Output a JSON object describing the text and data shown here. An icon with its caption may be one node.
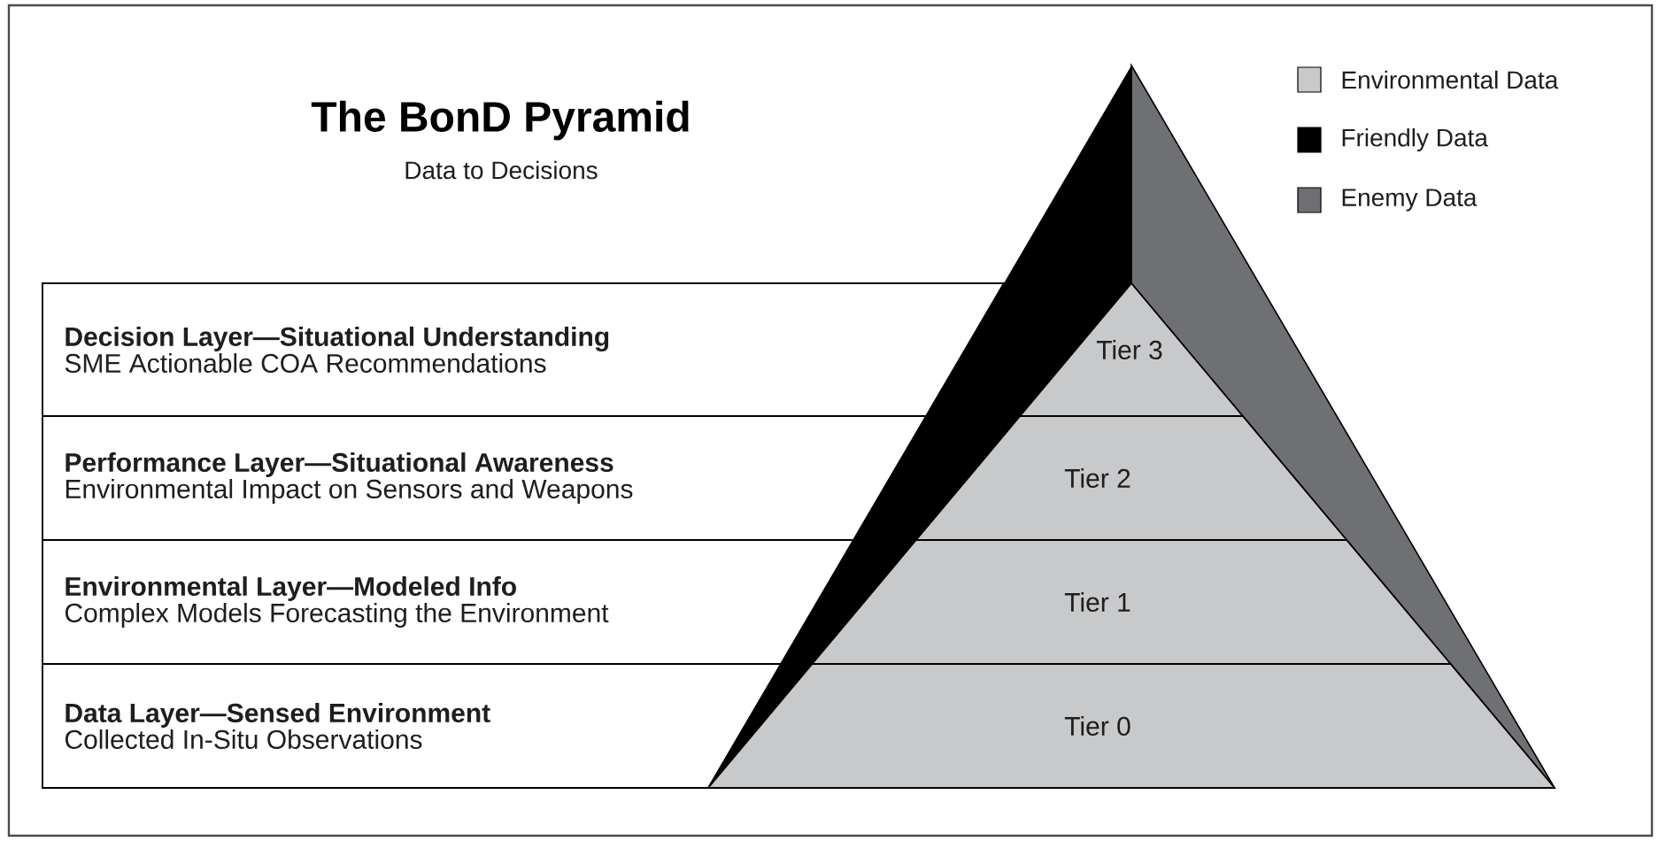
{
  "diagram": {
    "title": "The BonD Pyramid",
    "nodes": [
      {
        "text": [
          "Decision Layer—Situational Understanding",
          "SME Actionable COA Recommendations"
        ]
      },
      {
        "text": [
          "Tier 3"
        ]
      },
      {
        "text": [
          "Performance Layer—Situational Awareness",
          "Environmental Impact on Sensors and Weapons"
        ]
      },
      {
        "text": [
          "Tier 2"
        ]
      },
      {
        "text": [
          "Environmental Layer—Modeled  Info",
          "Complex Models Forecasting the Environment"
        ]
      },
      {
        "text": [
          "Tier 1"
        ]
      },
      {
        "text": [
          "Data Layer—Sensed Environment",
          "Collected In-Situ Observations"
        ]
      },
      {
        "text": [
          "Tier 0"
        ]
      }
    ],
    "edges": [],
    "labels": [
      "Data to Decisions"
    ],
    "legend": [
      {
        "text": "Environmental Data",
        "color": "#c8c9cb"
      },
      {
        "text": "Friendly Data",
        "color": "#000000"
      },
      {
        "text": "Enemy Data",
        "color": "#6f7073"
      }
    ]
  }
}
